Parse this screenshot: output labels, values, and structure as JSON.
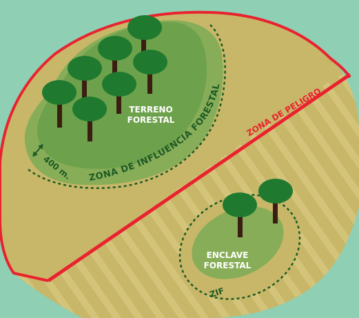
{
  "colors": {
    "background": "#8fcfb4",
    "zone_fill": "#c8b768",
    "influence_zone": "#87ad58",
    "forest_land": "#6da14b",
    "danger_line": "#e8232f",
    "tree_canopy": "#1f7a2f",
    "trunk": "#3b1d12",
    "dashed_line": "#1d5a25",
    "stripe": "#d4c479"
  },
  "labels": {
    "forest_land": {
      "line1": "TERRENO",
      "line2": "FORESTAL"
    },
    "influence_zone": "ZONA DE INFLUENCIA FORESTAL",
    "distance": "400 m.",
    "danger_zone": "ZONA DE PELIGRO",
    "forest_enclave": {
      "line1": "ENCLAVE",
      "line2": "FORESTAL"
    },
    "zif": "ZIF"
  },
  "icons": {
    "tree": "tree-icon",
    "distance_arrow": "double-arrow-icon"
  }
}
